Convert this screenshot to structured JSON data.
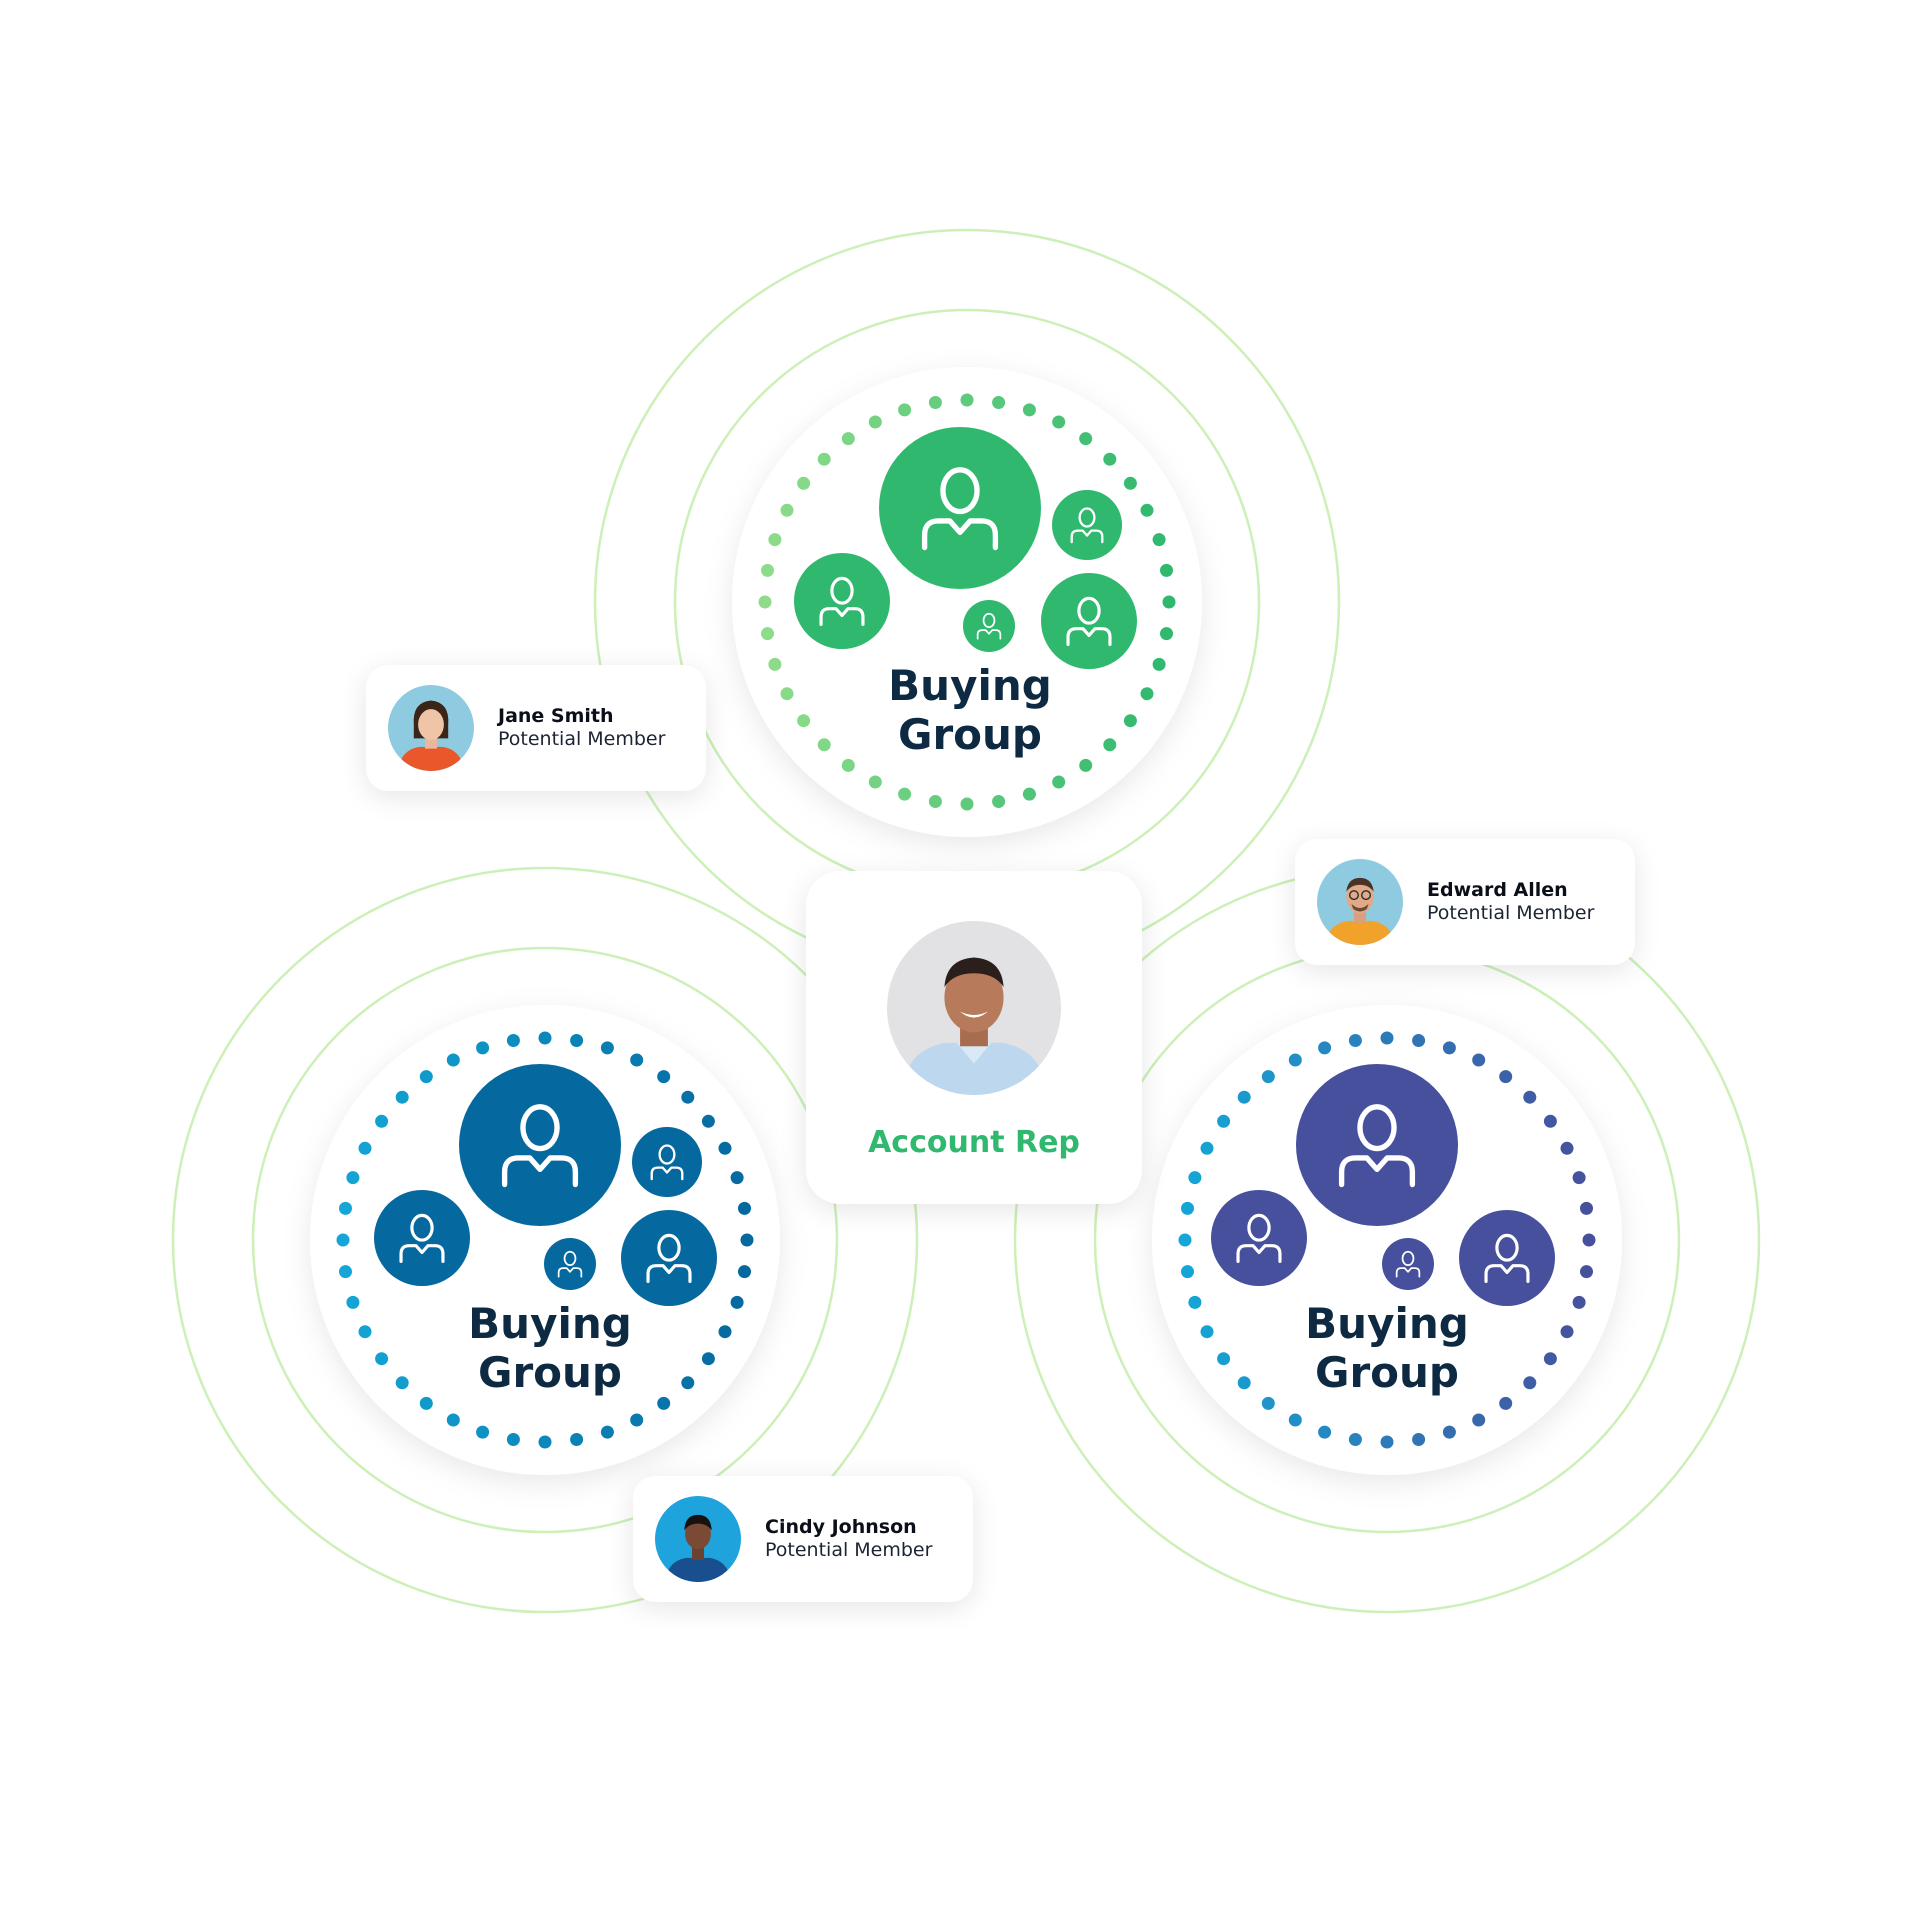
{
  "colors": {
    "green": "#2fb86e",
    "green_light": "#8edc8a",
    "blue": "#05689f",
    "blue_light": "#13a6d6",
    "indigo": "#46509c",
    "indigo_light": "#2f7ec4",
    "ring": "#ccf0b8",
    "label": "#0d2a42"
  },
  "groups": [
    {
      "id": "top",
      "label_line1": "Buying",
      "label_line2": "Group",
      "color": "green"
    },
    {
      "id": "left",
      "label_line1": "Buying",
      "label_line2": "Group",
      "color": "blue"
    },
    {
      "id": "right",
      "label_line1": "Buying",
      "label_line2": "Group",
      "color": "indigo"
    }
  ],
  "account_rep": {
    "label": "Account Rep",
    "avatar_icon": "smiling-man-photo"
  },
  "members": [
    {
      "name": "Jane Smith",
      "role": "Potential Member",
      "avatar_icon": "woman-orange-shirt-photo"
    },
    {
      "name": "Edward Allen",
      "role": "Potential Member",
      "avatar_icon": "man-glasses-yellow-shirt-photo"
    },
    {
      "name": "Cindy Johnson",
      "role": "Potential Member",
      "avatar_icon": "woman-blue-shirt-photo"
    }
  ]
}
